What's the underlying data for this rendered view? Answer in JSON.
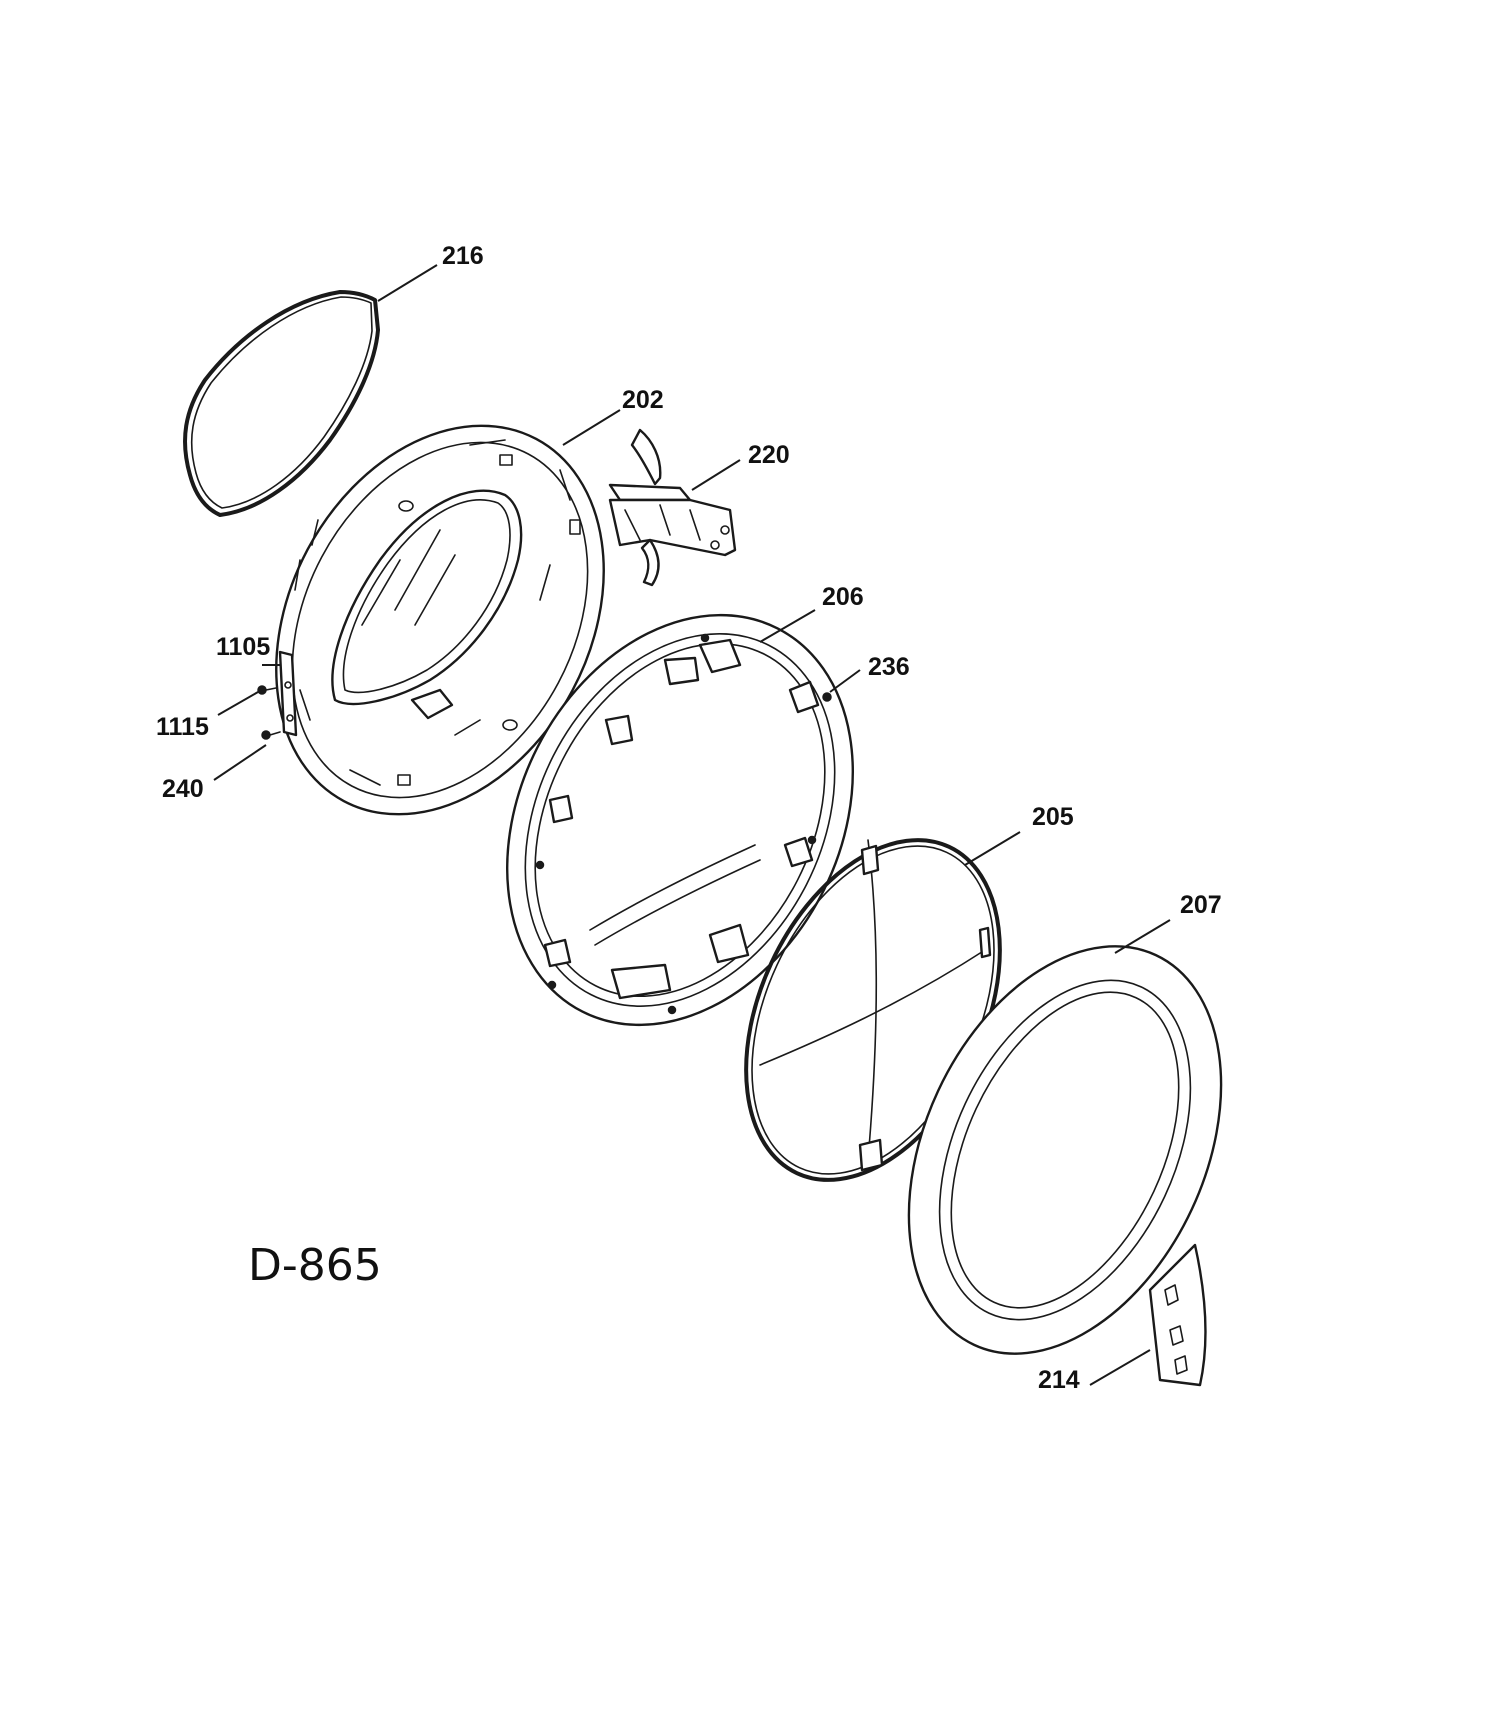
{
  "diagram": {
    "code": "D-865",
    "callouts": {
      "c216": "216",
      "c202": "202",
      "c220": "220",
      "c206": "206",
      "c236": "236",
      "c1105": "1105",
      "c1115": "1115",
      "c240": "240",
      "c205": "205",
      "c207": "207",
      "c214": "214"
    }
  }
}
